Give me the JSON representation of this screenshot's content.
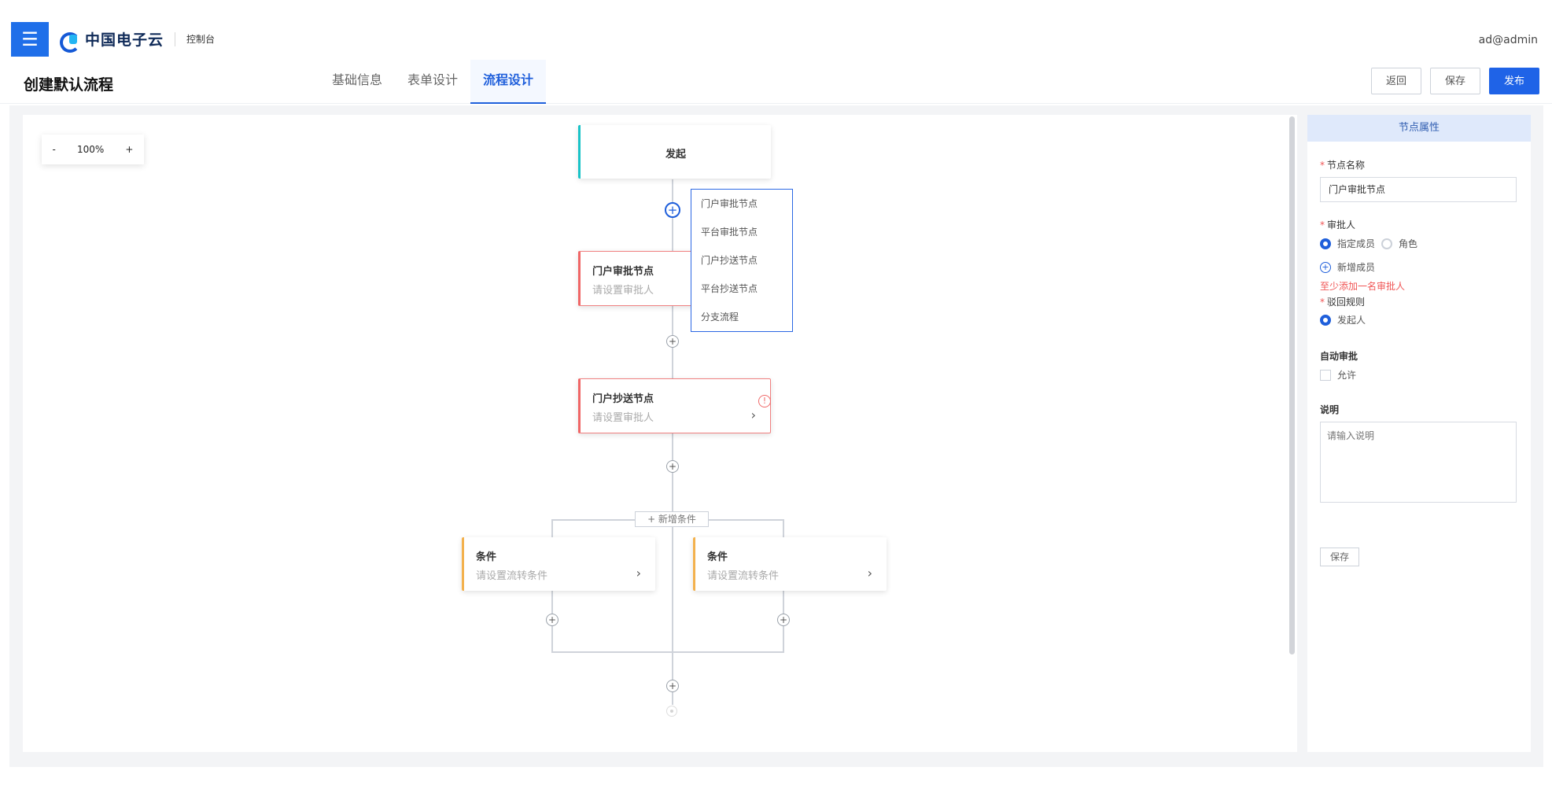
{
  "header": {
    "console": "控制台",
    "user": "ad@admin",
    "menu_icon": "menu-icon"
  },
  "brand": {
    "name": "中国电子云"
  },
  "page": {
    "title": "创建默认流程",
    "tabs": [
      "基础信息",
      "表单设计",
      "流程设计"
    ],
    "active_tab": "流程设计"
  },
  "actions": {
    "back": "返回",
    "save": "保存",
    "publish": "发布"
  },
  "canvas": {
    "zoom": {
      "minus": "-",
      "value": "100%",
      "plus": "+"
    },
    "start": "发起",
    "approval": {
      "title": "门户审批节点",
      "subtitle": "请设置审批人"
    },
    "copy": {
      "title": "门户抄送节点",
      "subtitle": "请设置审批人"
    },
    "menu": [
      "门户审批节点",
      "平台审批节点",
      "门户抄送节点",
      "平台抄送节点",
      "分支流程"
    ],
    "condition_add": "+ 新增条件",
    "conditions": [
      {
        "title": "条件",
        "subtitle": "请设置流转条件"
      },
      {
        "title": "条件",
        "subtitle": "请设置流转条件"
      }
    ]
  },
  "panel": {
    "title": "节点属性",
    "node_name_label": "节点名称",
    "node_name_value": "门户审批节点",
    "approver_label": "审批人",
    "radio_member": "指定成员",
    "radio_role": "角色",
    "add_member": "新增成员",
    "error": "至少添加一名审批人",
    "reject_label": "驳回规则",
    "reject_value": "发起人",
    "auto_label": "自动审批",
    "allow": "允许",
    "desc_label": "说明",
    "desc_placeholder": "请输入说明",
    "save": "保存"
  }
}
